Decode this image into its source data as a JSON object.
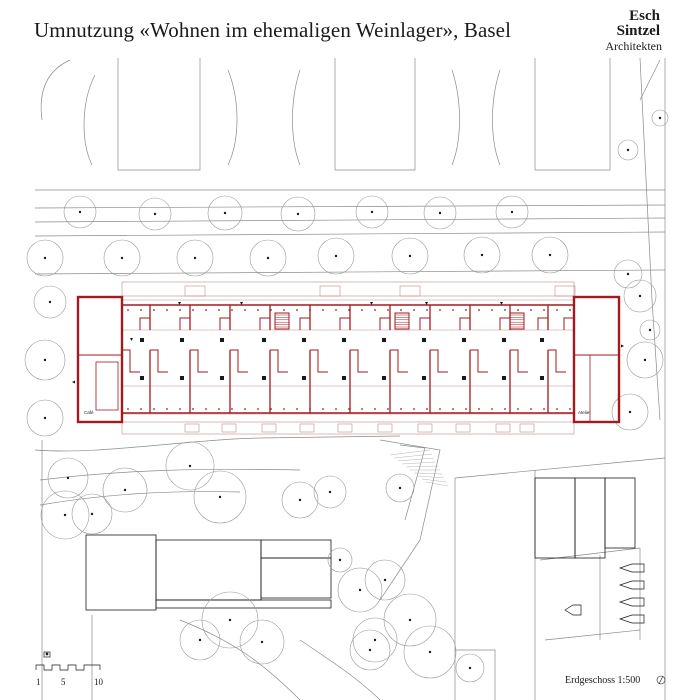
{
  "header": {
    "title": "Umnutzung «Wohnen im ehemaligen Weinlager», Basel",
    "logo": {
      "line1": "Esch",
      "line2": "Sintzel",
      "line3": "Architekten"
    }
  },
  "plan": {
    "rooms": {
      "left": "Café",
      "right": "Atelier"
    },
    "scale_bar": {
      "ticks": [
        "1",
        "5",
        "10"
      ]
    },
    "floor_label": "Erdgeschoss 1:500",
    "colors": {
      "wall": "#a31a1e",
      "line": "#7a7a7a",
      "thin": "#a9a9a9",
      "ink": "#1a1a1a"
    }
  }
}
